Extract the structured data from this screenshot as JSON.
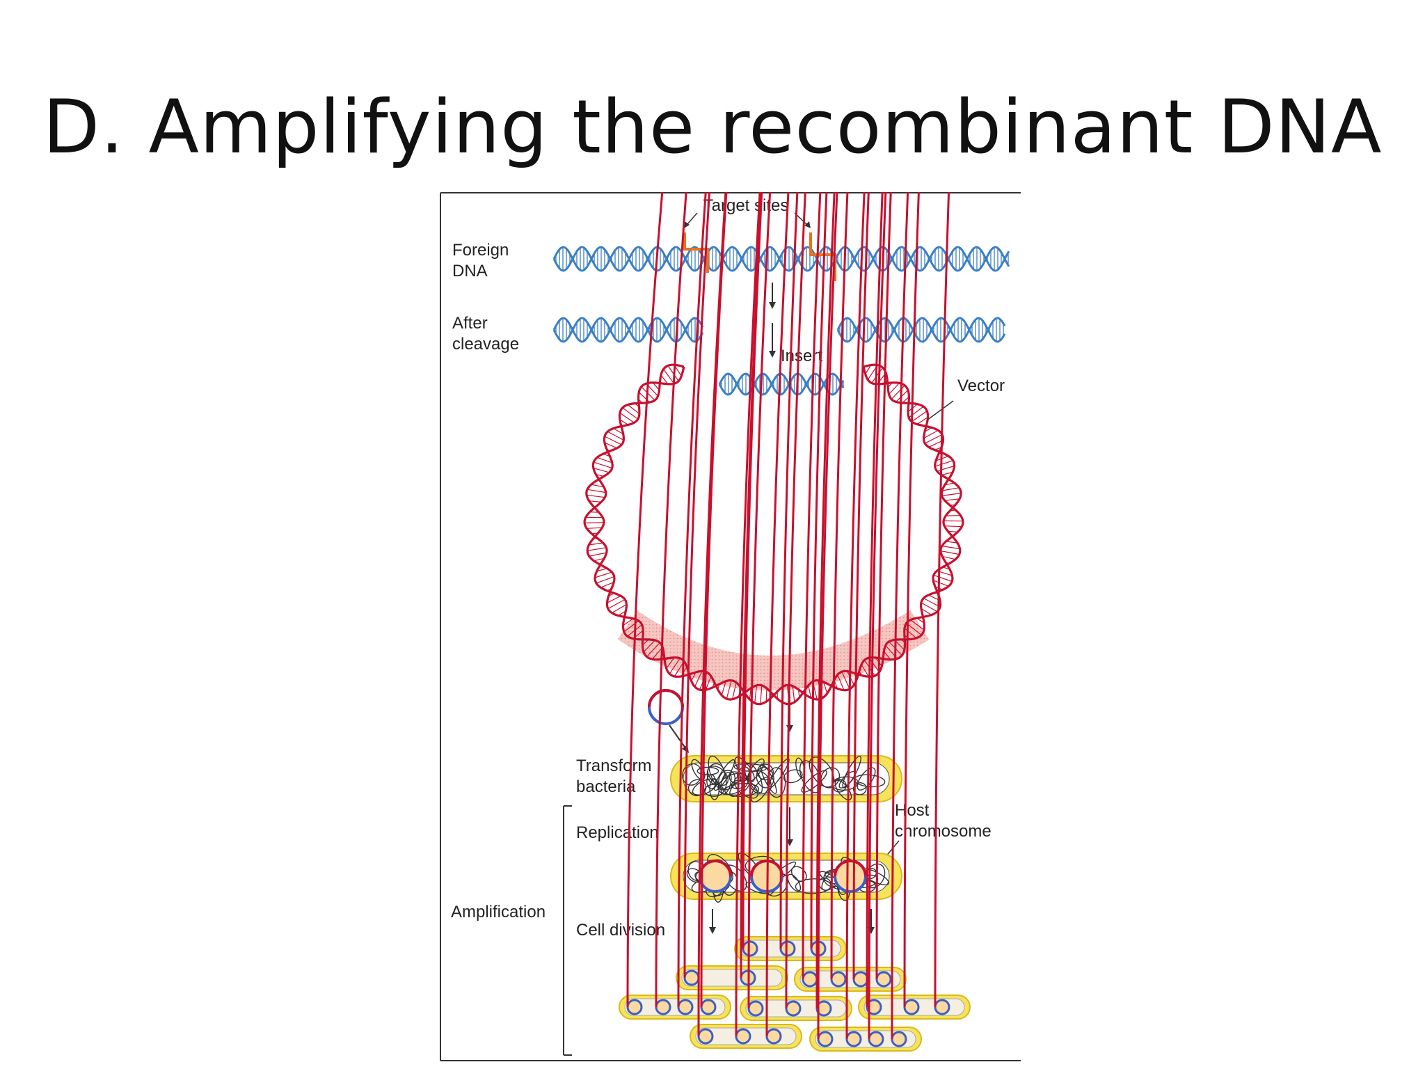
{
  "slide": {
    "title": "D. Amplifying the recombinant DNA"
  },
  "figure": {
    "labels": {
      "target_sites": "Target sites",
      "foreign_dna_1": "Foreign",
      "foreign_dna_2": "DNA",
      "after_cleavage_1": "After",
      "after_cleavage_2": "cleavage",
      "insert": "Insert",
      "vector": "Vector",
      "transform_bacteria_1": "Transform",
      "transform_bacteria_2": "bacteria",
      "host_chromosome_1": "Host",
      "host_chromosome_2": "chromosome",
      "replication": "Replication",
      "amplification": "Amplification",
      "cell_division": "Cell division"
    },
    "colors": {
      "foreign_dna": "#3b7fc4",
      "vector_dna": "#c8102e",
      "target_site": "#e8731a",
      "bacteria_fill": "#f6e35a",
      "plasmid_fill": "#fbd9a0"
    }
  }
}
